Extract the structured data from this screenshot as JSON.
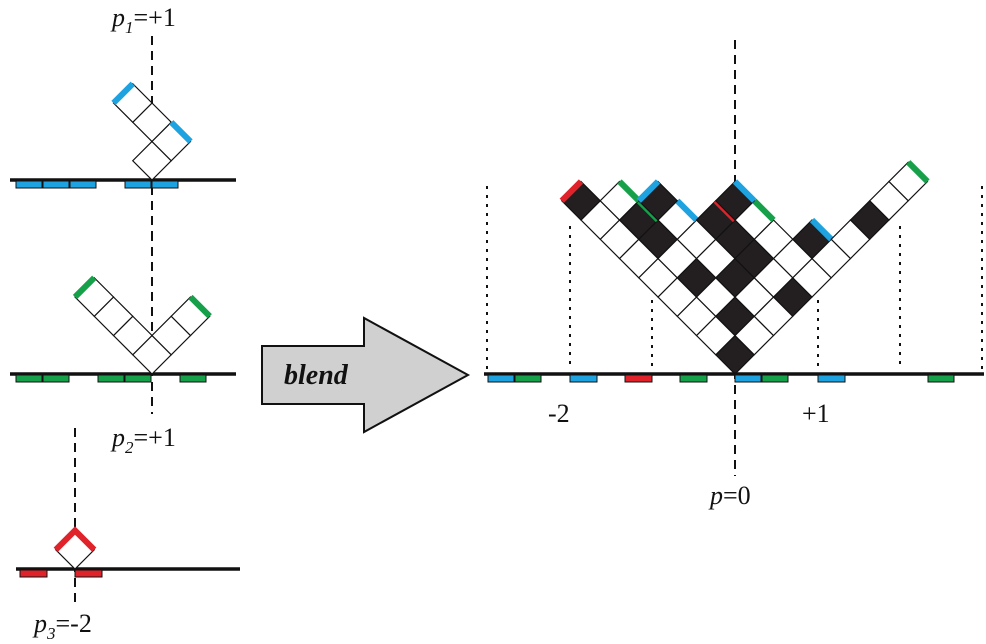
{
  "colors": {
    "blue": "#1ea2e0",
    "green": "#16a04a",
    "red": "#e0222a",
    "black_cell": "#231f20",
    "arrow_fill": "#d0d0d0",
    "line": "#111111"
  },
  "panels": {
    "p1": {
      "var": "p",
      "sub": "1",
      "value": "=+1"
    },
    "p2": {
      "var": "p",
      "sub": "2",
      "value": "=+1"
    },
    "p3": {
      "var": "p",
      "sub": "3",
      "value": "=-2"
    }
  },
  "arrow": {
    "label": "blend"
  },
  "result": {
    "tick_left": "-2",
    "tick_right": "+1",
    "p_var": "p",
    "p_value": "=0"
  }
}
